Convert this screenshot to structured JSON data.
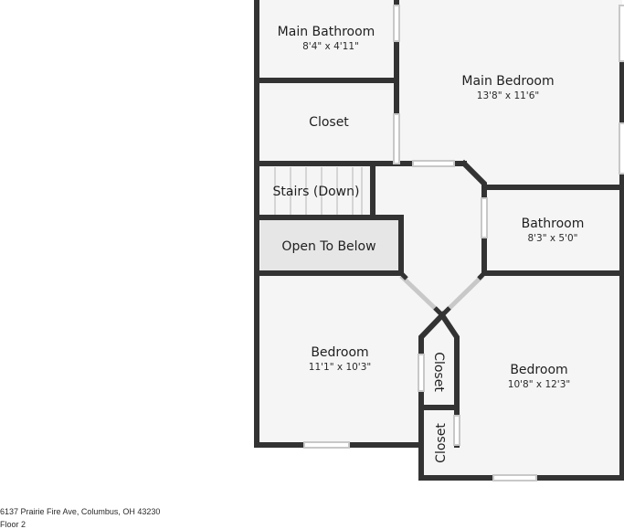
{
  "rooms": {
    "main_bathroom": {
      "name": "Main Bathroom",
      "dims": "8'4\" x 4'11\""
    },
    "main_bedroom": {
      "name": "Main Bedroom",
      "dims": "13'8\" x 11'6\""
    },
    "closet_upper": {
      "name": "Closet"
    },
    "stairs": {
      "name": "Stairs (Down)"
    },
    "bathroom": {
      "name": "Bathroom",
      "dims": "8'3\" x 5'0\""
    },
    "open_to_below": {
      "name": "Open To Below"
    },
    "bedroom_left": {
      "name": "Bedroom",
      "dims": "11'1\" x 10'3\""
    },
    "bedroom_right": {
      "name": "Bedroom",
      "dims": "10'8\" x 12'3\""
    },
    "closet_mid": {
      "name": "Closet"
    },
    "closet_low": {
      "name": "Closet"
    }
  },
  "footer": {
    "address": "6137 Prairie Fire Ave, Columbus, OH 43230",
    "floor": "Floor 2"
  },
  "colors": {
    "wall": "#333333",
    "floor": "#f5f5f5",
    "open_area": "#e6e6e6",
    "window": "#c8c8c8"
  }
}
